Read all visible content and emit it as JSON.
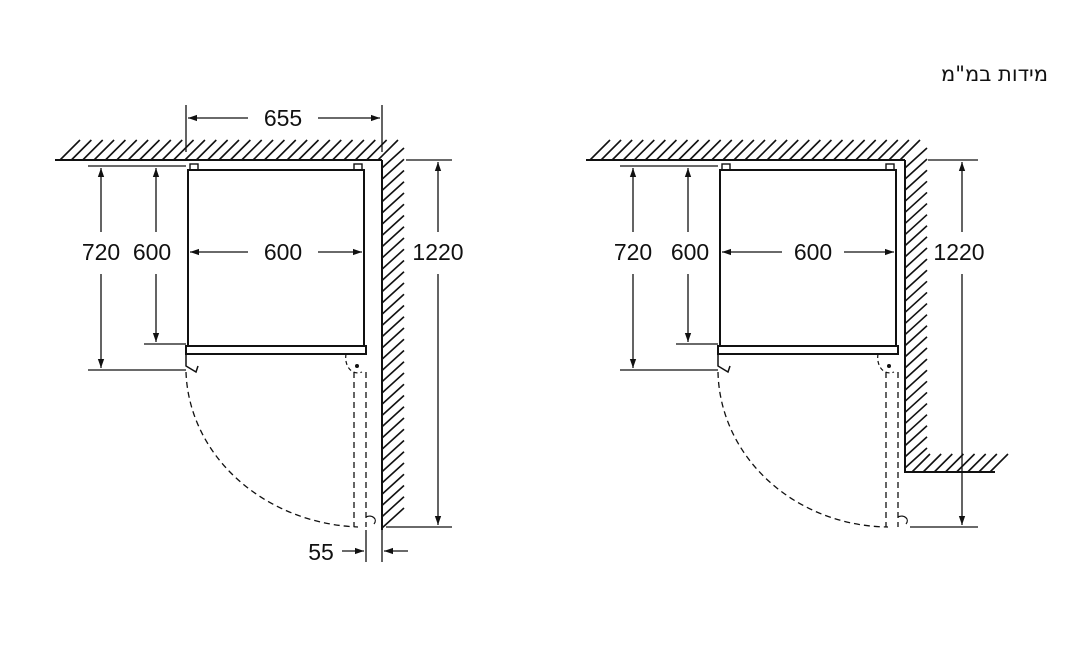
{
  "title": "מידות במ\"מ",
  "colors": {
    "line": "#111111",
    "background": "#ffffff"
  },
  "left_drawing": {
    "dims": {
      "total_width": "655",
      "body_width": "600",
      "door_height": "720",
      "body_depth": "600",
      "clearance_height": "1220",
      "side_gap": "55"
    }
  },
  "right_drawing": {
    "dims": {
      "door_height": "720",
      "body_depth": "600",
      "body_width": "600",
      "clearance_height": "1220"
    }
  }
}
